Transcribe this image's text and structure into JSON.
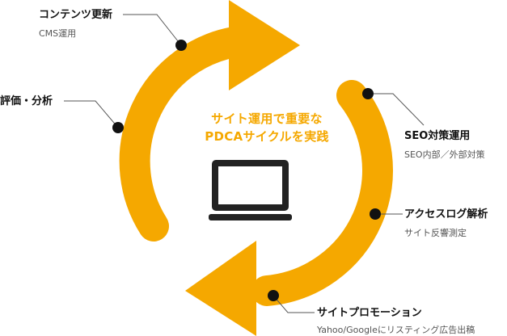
{
  "center": {
    "line1": "サイト運用で重要な",
    "line2": "PDCAサイクルを実践"
  },
  "steps": [
    {
      "title": "コンテンツ更新",
      "sub": "CMS運用"
    },
    {
      "title": "評価・分析",
      "sub": ""
    },
    {
      "title": "SEO対策運用",
      "sub": "SEO内部／外部対策"
    },
    {
      "title": "アクセスログ解析",
      "sub": "サイト反響測定"
    },
    {
      "title": "サイトプロモーション",
      "sub": "Yahoo/Googleにリスティング広告出稿"
    }
  ],
  "colors": {
    "arrow": "#f5a800",
    "dot": "#111111",
    "leader": "#555555",
    "laptop": "#222222"
  },
  "icons": [
    "laptop-icon"
  ]
}
